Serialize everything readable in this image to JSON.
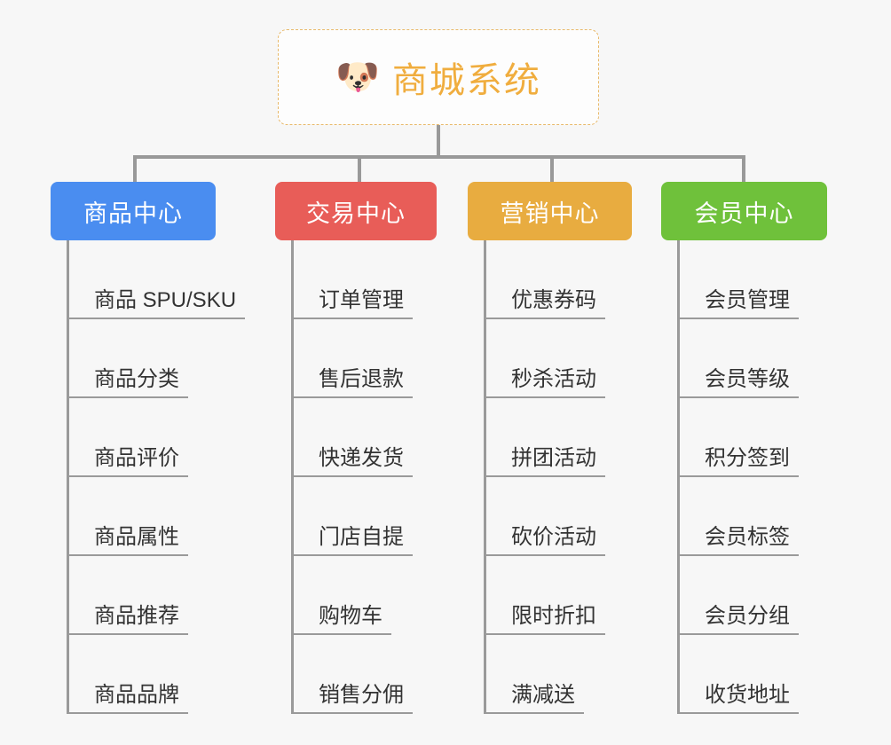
{
  "diagram": {
    "type": "org-chart",
    "background_color": "#f7f7f7",
    "root": {
      "icon": "shiba-dog-face-emoji",
      "icon_glyph": "🐶",
      "title": "商城系统",
      "text_color": "#f0ad3e",
      "border_color": "#e8b96a",
      "background_color": "#fdfdfd"
    },
    "branches": [
      {
        "label": "商品中心",
        "color": "#4a8df0",
        "items": [
          "商品 SPU/SKU",
          "商品分类",
          "商品评价",
          "商品属性",
          "商品推荐",
          "商品品牌"
        ]
      },
      {
        "label": "交易中心",
        "color": "#e85d58",
        "items": [
          "订单管理",
          "售后退款",
          "快递发货",
          "门店自提",
          "购物车",
          "销售分佣"
        ]
      },
      {
        "label": "营销中心",
        "color": "#e8ac40",
        "items": [
          "优惠券码",
          "秒杀活动",
          "拼团活动",
          "砍价活动",
          "限时折扣",
          "满减送"
        ]
      },
      {
        "label": "会员中心",
        "color": "#6fc13b",
        "items": [
          "会员管理",
          "会员等级",
          "积分签到",
          "会员标签",
          "会员分组",
          "收货地址"
        ]
      }
    ],
    "connector_color": "#999999"
  }
}
